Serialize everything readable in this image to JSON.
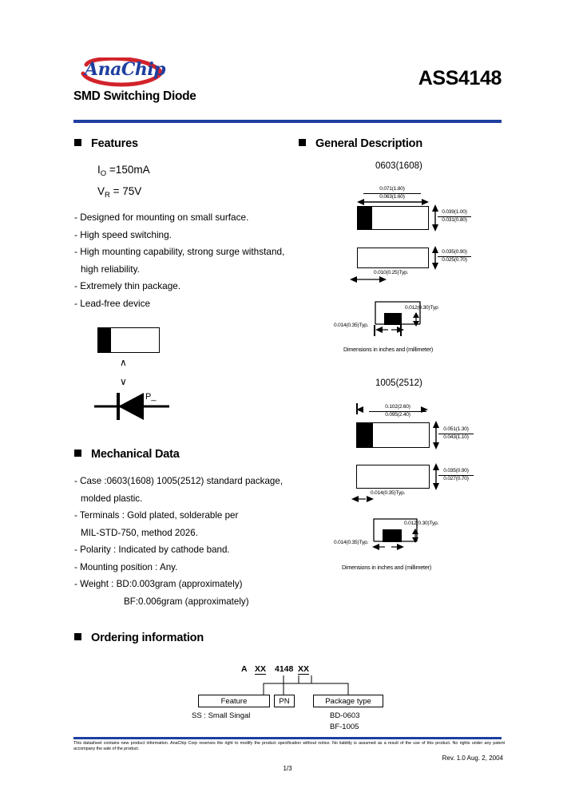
{
  "header": {
    "logo_text": "AnaChip",
    "logo_icon": "anachip-swoosh-logo",
    "part_number": "ASS4148",
    "subtitle": "SMD Switching Diode",
    "rule_color": "#1f3fa0"
  },
  "features": {
    "heading": "Features",
    "params": [
      {
        "symbol": "I",
        "subscript": "O",
        "value": "=150mA"
      },
      {
        "symbol": "V",
        "subscript": "R",
        "value": "= 75V"
      }
    ],
    "bullets": [
      "- Designed for mounting on small surface.",
      "- High speed switching.",
      "- High mounting capability, strong surge withstand,",
      "high reliability.",
      "- Extremely thin package.",
      "- Lead-free device"
    ],
    "diode_label": "P_"
  },
  "mechanical": {
    "heading": "Mechanical Data",
    "lines": [
      "- Case :0603(1608) 1005(2512) standard package,",
      "molded plastic.",
      "- Terminals : Gold plated, solderable per",
      "MIL-STD-750, method 2026.",
      "- Polarity : Indicated by cathode band.",
      "- Mounting position : Any.",
      "- Weight : BD:0.003gram (approximately)",
      "BF:0.006gram (approximately)"
    ]
  },
  "general_description": {
    "heading": "General Description",
    "packages": [
      {
        "title": "0603(1608)",
        "caption": "Dimensions in inches and (millimeter)",
        "dims": {
          "length_max": "0.071(1.80)",
          "length_min": "0.063(1.60)",
          "width_max": "0.039(1.00)",
          "width_min": "0.031(0.80)",
          "height_max": "0.035(0.90)",
          "height_min": "0.025(0.70)",
          "band_typ": "0.010(0.25)Typ.",
          "term_thk_typ": "0.012(0.30)Typ",
          "term_len_typ": "0.014(0.35)Typ."
        }
      },
      {
        "title": "1005(2512)",
        "caption": "Dimensions in inches and (millimeter)",
        "dims": {
          "length_max": "0.102(2.60)",
          "length_min": "0.095(2.40)",
          "width_max": "0.051(1.30)",
          "width_min": "0.043(1.10)",
          "height_max": "0.035(0.90)",
          "height_min": "0.027(0.70)",
          "band_typ": "0.014(0.35)Typ.",
          "term_thk_typ": "0.012(0.30)Typ.",
          "term_len_typ": "0.014(0.35)Typ."
        }
      }
    ]
  },
  "ordering": {
    "heading": "Ordering information",
    "code_a": "A",
    "code_xx1": "XX",
    "code_pn": "4148",
    "code_xx2": "XX",
    "box_feature": "Feature",
    "box_pn": "PN",
    "box_package": "Package type",
    "note_feature": "SS : Small Singal",
    "note_package_1": "BD-0603",
    "note_package_2": "BF-1005"
  },
  "footer": {
    "disclaimer": "This datasheet contains new product information. AnaChip Corp reserves the right to modify the product specification without notice. No liability is assumed as a result of the use of this product. No rights under any patent accompany the sale of the product.",
    "revision": "Rev. 1.0   Aug. 2, 2004",
    "page": "1/3"
  }
}
